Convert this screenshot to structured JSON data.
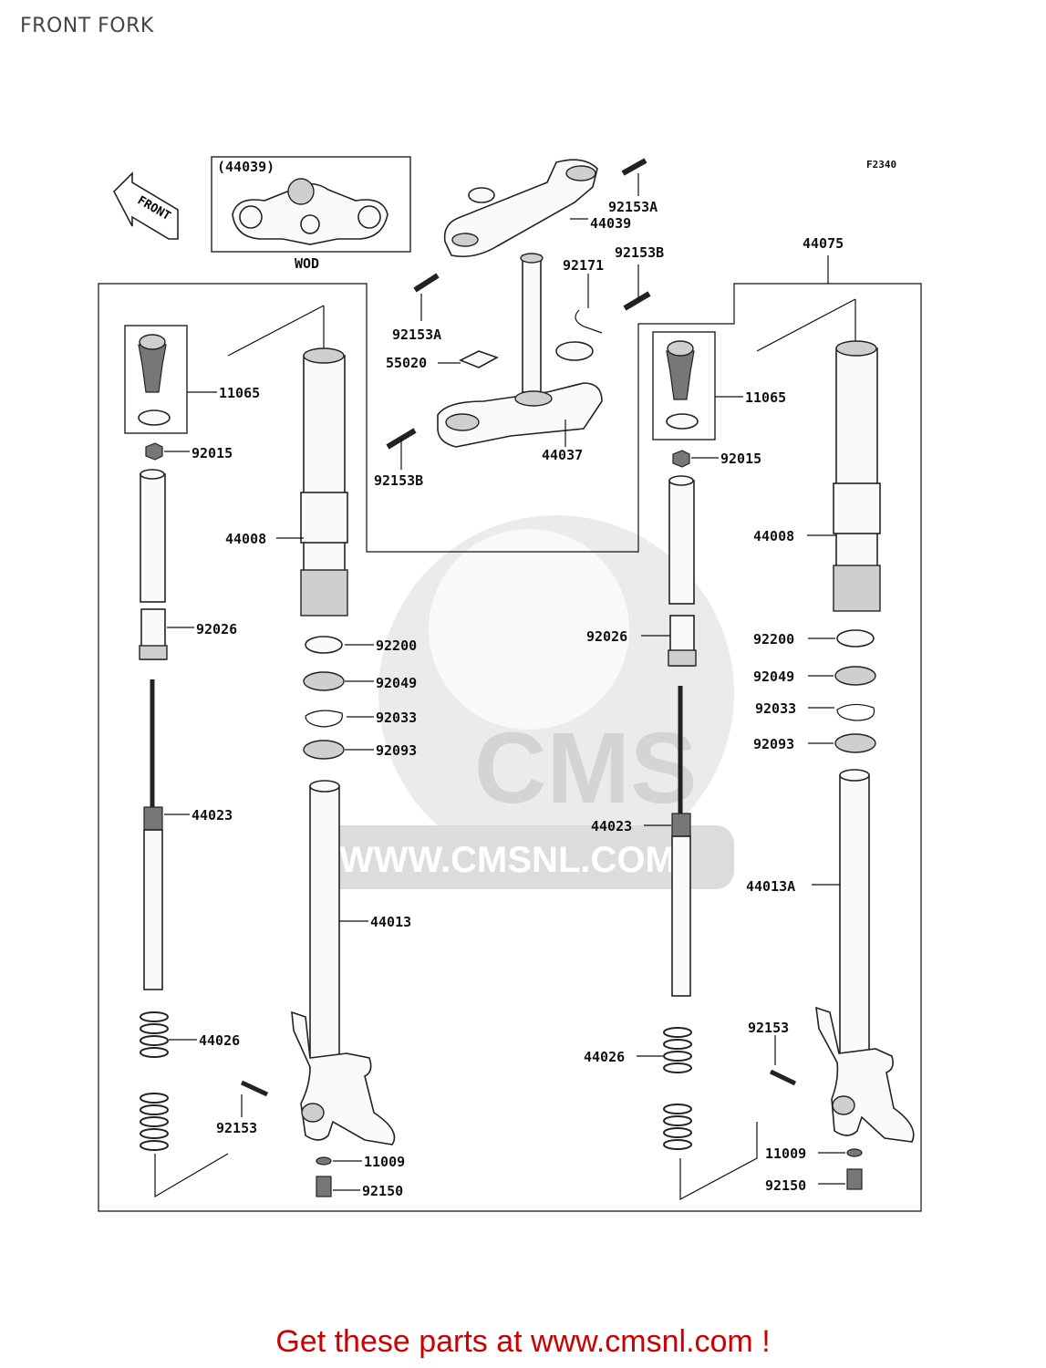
{
  "title": "FRONT FORK",
  "code": "F2340",
  "front_label": "FRONT",
  "inset": {
    "ref": "(44039)",
    "label": "WOD"
  },
  "watermark": {
    "brand": "CMS",
    "url": "WWW.CMSNL.COM"
  },
  "promo": "Get these parts at www.cmsnl.com !",
  "labels": {
    "p92153A_top": "92153A",
    "p44039": "44039",
    "p92171": "92171",
    "p92153B_top": "92153B",
    "p44075": "44075",
    "p92153A_left": "92153A",
    "p55020": "55020",
    "p44037": "44037",
    "p92153B_bot": "92153B",
    "l11065": "11065",
    "l92015": "92015",
    "l44008": "44008",
    "l92026": "92026",
    "l92200": "92200",
    "l92049": "92049",
    "l92033": "92033",
    "l92093": "92093",
    "l44023": "44023",
    "l44013": "44013",
    "l44026": "44026",
    "l92153": "92153",
    "l11009": "11009",
    "l92150": "92150",
    "r11065": "11065",
    "r92015": "92015",
    "r44008": "44008",
    "r92026": "92026",
    "r92200": "92200",
    "r92049": "92049",
    "r92033": "92033",
    "r92093": "92093",
    "r44023": "44023",
    "r44013A": "44013A",
    "r92153": "92153",
    "r44026": "44026",
    "r11009": "11009",
    "r92150": "92150"
  }
}
